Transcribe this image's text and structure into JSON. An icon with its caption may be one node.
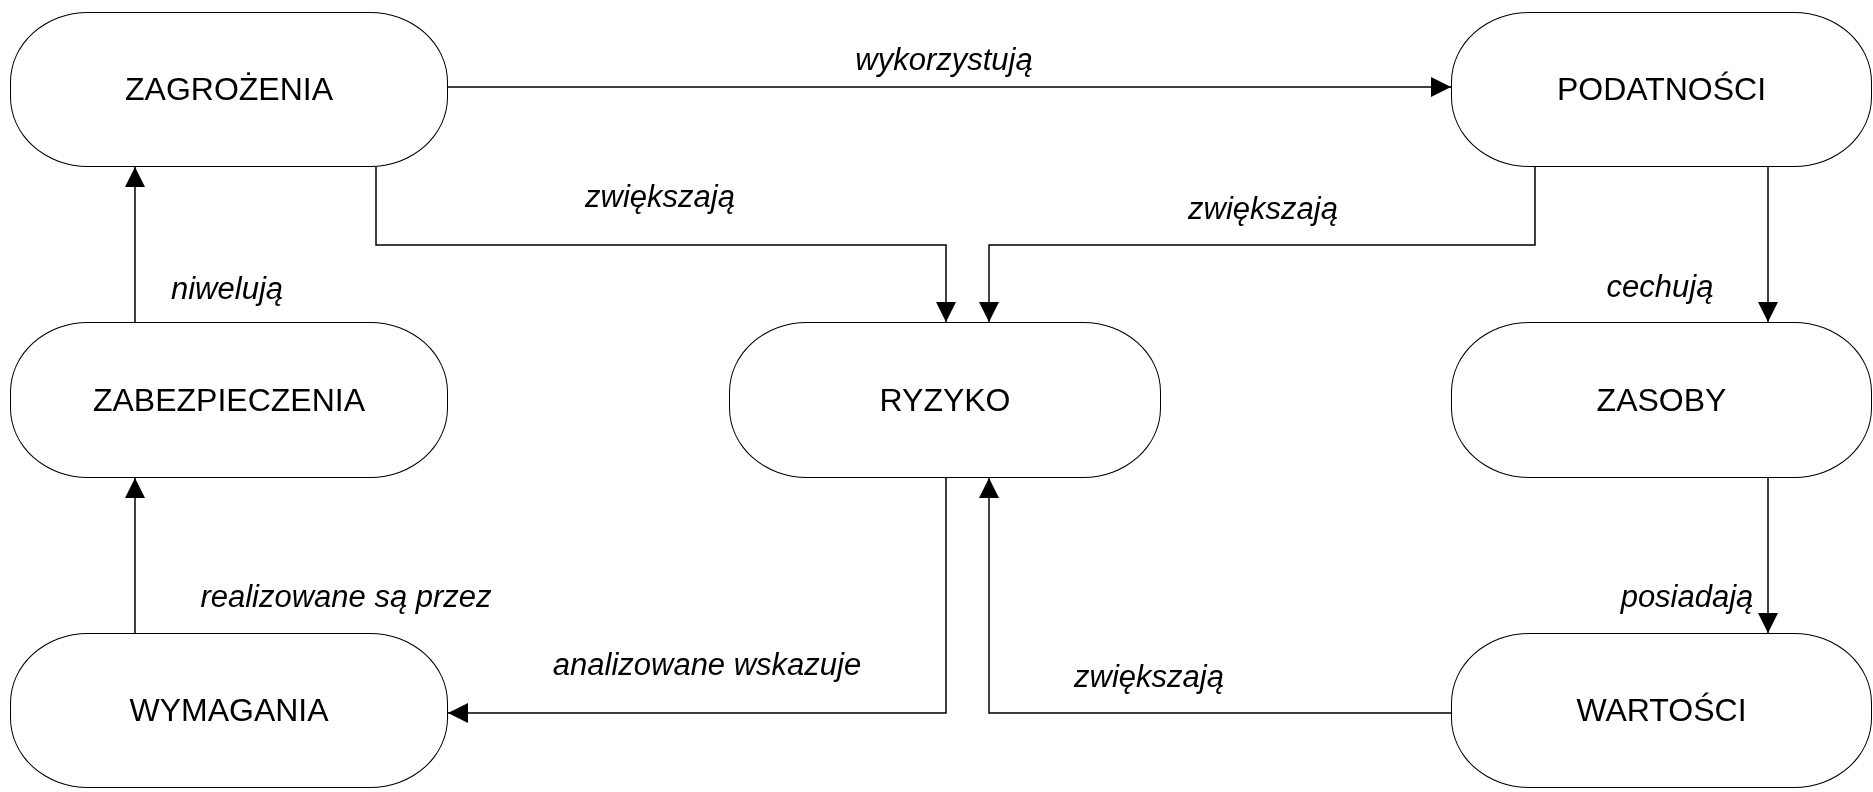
{
  "diagram": {
    "nodes": [
      {
        "text": [
          "ZAGROŻENIA"
        ]
      },
      {
        "text": [
          "PODATNOŚCI"
        ]
      },
      {
        "text": [
          "ZABEZPIECZENIA"
        ]
      },
      {
        "text": [
          "RYZYKO"
        ]
      },
      {
        "text": [
          "ZASOBY"
        ]
      },
      {
        "text": [
          "WYMAGANIA"
        ]
      },
      {
        "text": [
          "WARTOŚCI"
        ]
      }
    ],
    "edges": [
      {
        "from": 0,
        "to": 1,
        "arrow": "to",
        "label": "wykorzystują"
      },
      {
        "from": 0,
        "to": 3,
        "arrow": "to",
        "label": "zwiększają"
      },
      {
        "from": 1,
        "to": 3,
        "arrow": "to",
        "label": "zwiększają"
      },
      {
        "from": 1,
        "to": 4,
        "arrow": "to",
        "label": "cechują"
      },
      {
        "from": 2,
        "to": 0,
        "arrow": "to",
        "label": "niwelują"
      },
      {
        "from": 5,
        "to": 2,
        "arrow": "to",
        "label": "realizowane są przez"
      },
      {
        "from": 3,
        "to": 5,
        "arrow": "to",
        "label": "analizowane wskazuje"
      },
      {
        "from": 4,
        "to": 6,
        "arrow": "to",
        "label": "posiadają"
      },
      {
        "from": 6,
        "to": 3,
        "arrow": "to",
        "label": "zwiększają"
      }
    ]
  }
}
